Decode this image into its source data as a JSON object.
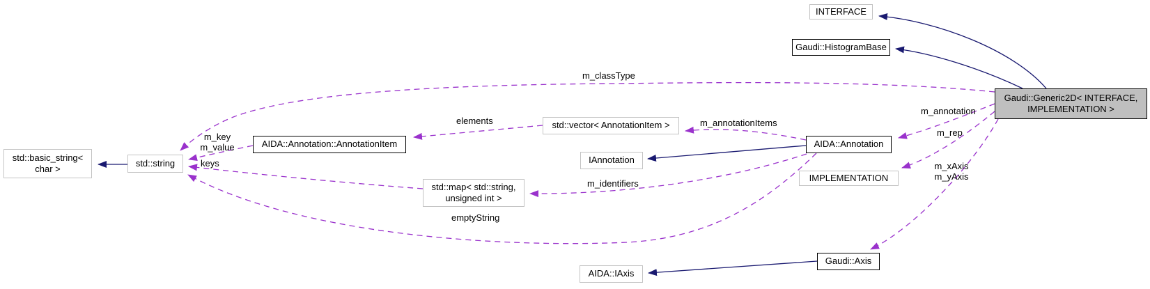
{
  "colors": {
    "inheritance_edge": "#191970",
    "usage_edge": "#9a32cc",
    "current_node_fill": "#bfbfbf",
    "documented_node_border": "#000000",
    "external_node_border": "#c3c3c3"
  },
  "nodes": {
    "interface": {
      "label": "INTERFACE"
    },
    "histogram_base": {
      "label": "Gaudi::HistogramBase"
    },
    "generic2d": {
      "label": "Gaudi::Generic2D< INTERFACE,\nIMPLEMENTATION >"
    },
    "basic_string": {
      "label": "std::basic_string<\nchar >"
    },
    "std_string": {
      "label": "std::string"
    },
    "annotation_item": {
      "label": "AIDA::Annotation::AnnotationItem"
    },
    "vector": {
      "label": "std::vector< AnnotationItem >"
    },
    "iannotation": {
      "label": "IAnnotation"
    },
    "annotation": {
      "label": "AIDA::Annotation"
    },
    "map": {
      "label": "std::map< std::string,\nunsigned int >"
    },
    "implementation": {
      "label": "IMPLEMENTATION"
    },
    "gaudi_axis": {
      "label": "Gaudi::Axis"
    },
    "iaxis": {
      "label": "AIDA::IAxis"
    }
  },
  "edge_labels": {
    "m_classType": "m_classType",
    "elements": "elements",
    "m_annotationItems": "m_annotationItems",
    "m_annotation": "m_annotation",
    "m_rep": "m_rep",
    "m_axes": "m_xAxis\nm_yAxis",
    "m_key_value": "m_key\nm_value",
    "keys": "keys",
    "m_identifiers": "m_identifiers",
    "emptyString": "emptyString"
  }
}
